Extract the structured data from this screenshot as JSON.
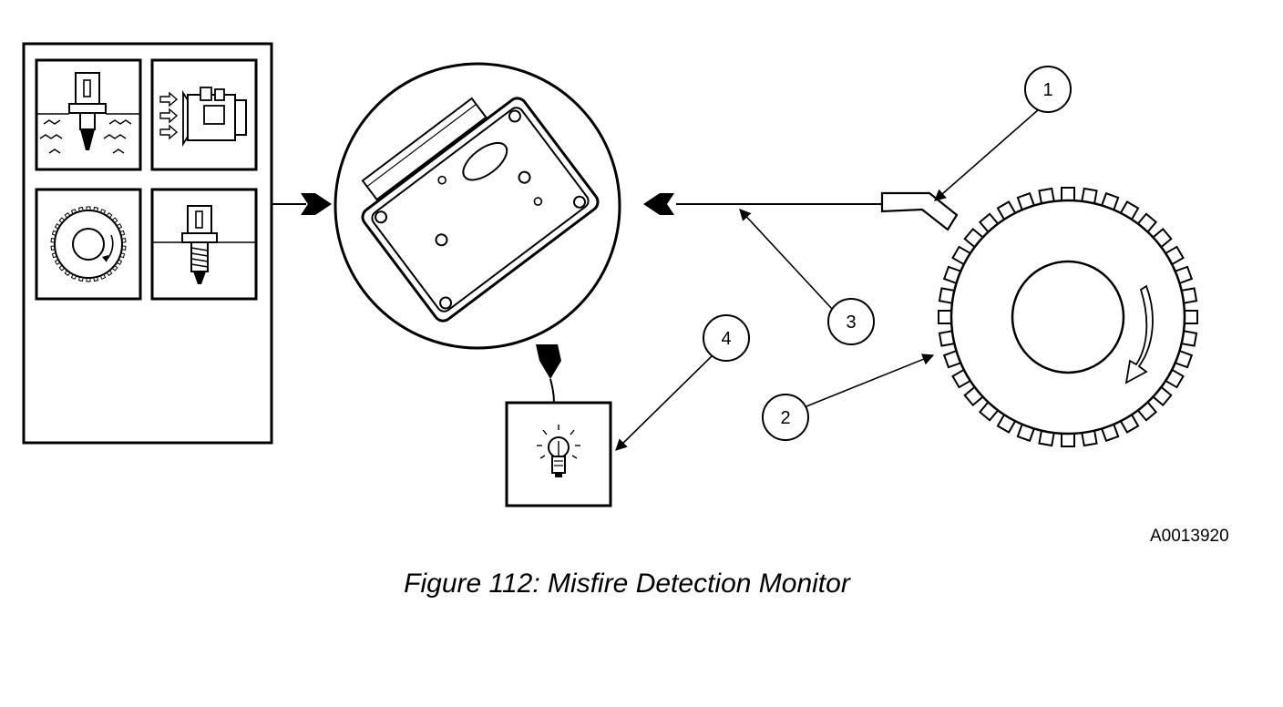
{
  "figure": {
    "code": "A0013920",
    "caption": "Figure 112: Misfire Detection Monitor"
  },
  "callouts": [
    "1",
    "2",
    "3",
    "4"
  ],
  "icons": {
    "sensor_panel": [
      "coolant-temperature-sensor-icon",
      "mass-airflow-sensor-icon",
      "crankshaft-reluctor-wheel-icon",
      "threaded-sensor-icon"
    ],
    "module": "engine-control-module-icon",
    "lamp": "malfunction-indicator-lamp-icon",
    "pickup": "crankshaft-position-sensor-icon",
    "wheel": "toothed-pulse-wheel-icon"
  },
  "colors": {
    "line": "#000000",
    "background": "#ffffff"
  }
}
